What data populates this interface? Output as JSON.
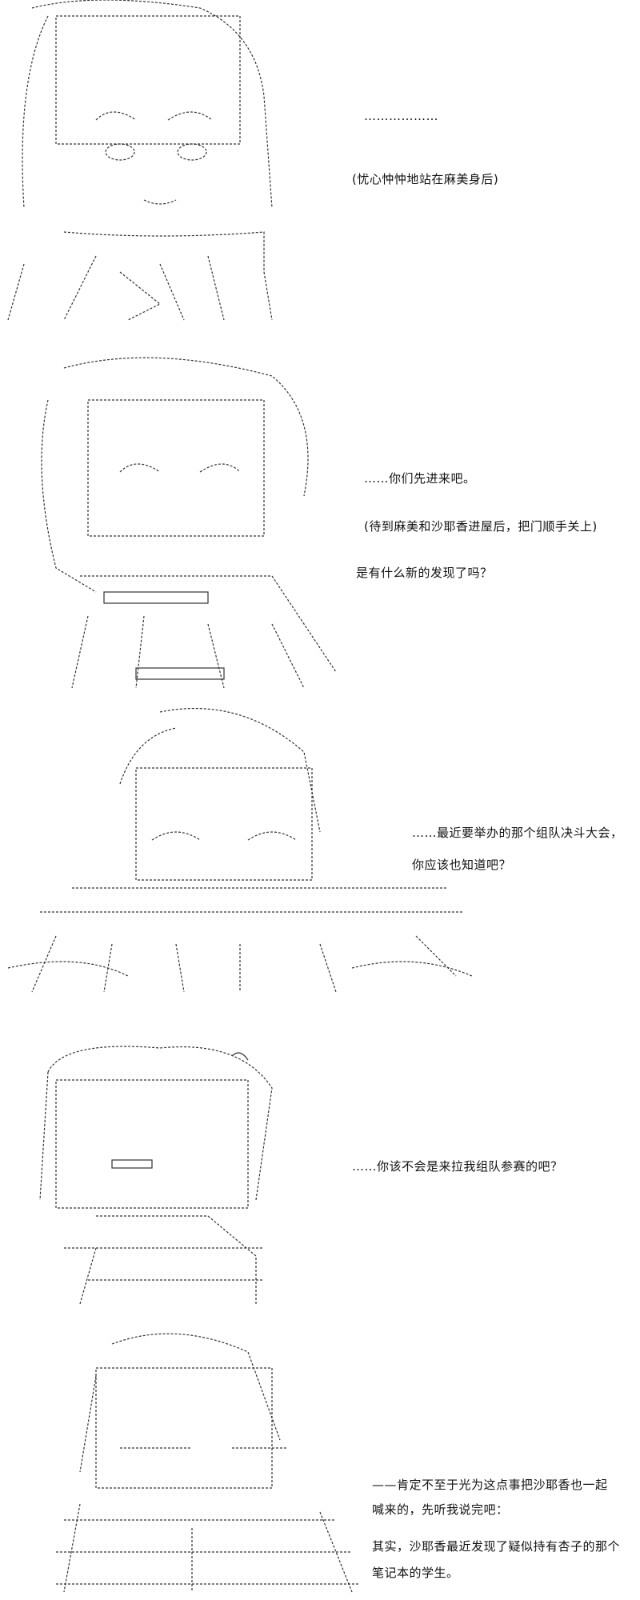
{
  "panels": [
    {
      "lines": [
        "………………",
        "(忧心忡忡地站在麻美身后)"
      ]
    },
    {
      "lines": [
        "……你们先进来吧。",
        "(待到麻美和沙耶香进屋后，把门顺手关上)",
        "是有什么新的发现了吗？"
      ]
    },
    {
      "lines": [
        "……最近要举办的那个组队决斗大会，",
        "你应该也知道吧？"
      ]
    },
    {
      "lines": [
        "……你该不会是来拉我组队参赛的吧？"
      ]
    },
    {
      "lines": [
        "——肯定不至于光为这点事把沙耶香也一起",
        "喊来的，先听我说完吧：",
        "其实，沙耶香最近发现了疑似持有杏子的那个",
        "笔记本的学生。"
      ]
    }
  ]
}
